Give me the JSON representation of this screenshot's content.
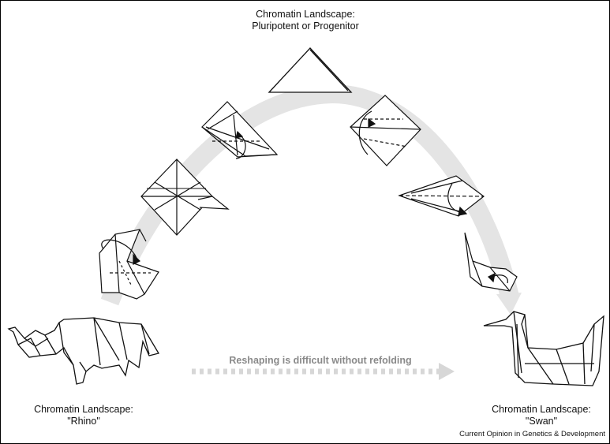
{
  "labels": {
    "top_title": "Chromatin Landscape:",
    "top_subtitle": "Pluripotent or Progenitor",
    "rhino_title": "Chromatin Landscape:",
    "rhino_name": "\"Rhino\"",
    "swan_title": "Chromatin Landscape:",
    "swan_name": "\"Swan\"",
    "arrow_caption": "Reshaping is difficult without refolding",
    "credit": "Current Opinion in Genetics & Development"
  },
  "colors": {
    "background": "#ffffff",
    "line": "#111111",
    "arc": "#e4e4e4",
    "dashed_arrow": "#d7d7d7",
    "caption": "#8a8a8a"
  },
  "icons": {
    "figures": [
      "rhino-origami",
      "folding-step-1",
      "folding-step-2",
      "folding-step-3",
      "triangle-base",
      "folding-step-4",
      "folding-step-5",
      "folding-step-6",
      "swan-origami"
    ]
  }
}
